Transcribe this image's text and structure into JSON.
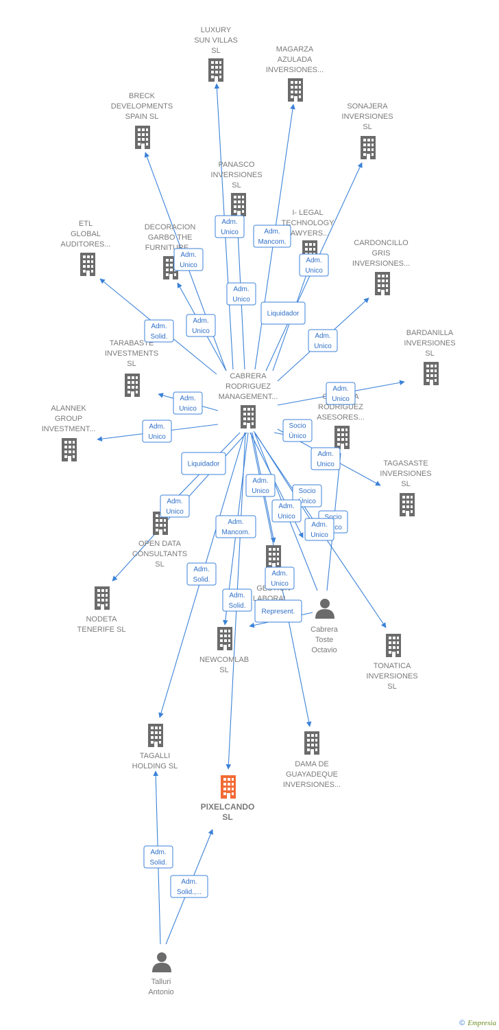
{
  "colors": {
    "edge": "#3b82d8",
    "building": "#6b6b6b",
    "focus_building": "#f26a35",
    "person": "#6b6b6b",
    "label": "#7a7a7a"
  },
  "nodes": [
    {
      "id": "luxury",
      "kind": "company",
      "lines": [
        "LUXURY",
        "SUN VILLAS",
        "SL"
      ]
    },
    {
      "id": "magarza",
      "kind": "company",
      "lines": [
        "MAGARZA",
        "AZULADA",
        "INVERSIONES..."
      ]
    },
    {
      "id": "breck",
      "kind": "company",
      "lines": [
        "BRECK",
        "DEVELOPMENTS",
        "SPAIN  SL"
      ]
    },
    {
      "id": "sonajera",
      "kind": "company",
      "lines": [
        "SONAJERA",
        "INVERSIONES",
        "SL"
      ]
    },
    {
      "id": "panasco",
      "kind": "company",
      "lines": [
        "PANASCO",
        "INVERSIONES",
        "SL"
      ]
    },
    {
      "id": "ilegal",
      "kind": "company",
      "lines": [
        "I- LEGAL",
        "TECHNOLOGY",
        "LAWYERS..."
      ]
    },
    {
      "id": "etl",
      "kind": "company",
      "lines": [
        "ETL",
        "GLOBAL",
        "AUDITORES..."
      ]
    },
    {
      "id": "decoracion",
      "kind": "company",
      "lines": [
        "DECORACION",
        "GARBO THE",
        "FURNITURE..."
      ]
    },
    {
      "id": "cardoncillo",
      "kind": "company",
      "lines": [
        "CARDONCILLO",
        "GRIS",
        "INVERSIONES..."
      ]
    },
    {
      "id": "bardanilla",
      "kind": "company",
      "lines": [
        "BARDANILLA",
        "INVERSIONES",
        "SL"
      ]
    },
    {
      "id": "tarabaste",
      "kind": "company",
      "lines": [
        "TARABASTE",
        "INVESTMENTS",
        "SL"
      ]
    },
    {
      "id": "cabrera_mgmt",
      "kind": "company",
      "lines": [
        "CABRERA",
        "RODRIGUEZ",
        "MANAGEMENT..."
      ]
    },
    {
      "id": "cabrera_ases",
      "kind": "company",
      "lines": [
        "CABRERA",
        "RODRIGUEZ",
        "ASESORES..."
      ]
    },
    {
      "id": "alannek",
      "kind": "company",
      "lines": [
        "ALANNEK",
        "GROUP",
        "INVESTMENT..."
      ]
    },
    {
      "id": "tagasaste",
      "kind": "company",
      "lines": [
        "TAGASASTE",
        "INVERSIONES",
        "SL"
      ]
    },
    {
      "id": "opendata",
      "kind": "company",
      "lines": [
        "OPEN DATA",
        "CONSULTANTS",
        "SL"
      ]
    },
    {
      "id": "gestion",
      "kind": "company",
      "lines": [
        "GESTION",
        "LABORAL..."
      ]
    },
    {
      "id": "nodeta",
      "kind": "company",
      "lines": [
        "NODETA",
        "TENERIFE  SL"
      ]
    },
    {
      "id": "newcomlab",
      "kind": "company",
      "lines": [
        "NEWCOMLAB",
        "SL"
      ]
    },
    {
      "id": "tonatica",
      "kind": "company",
      "lines": [
        "TONATICA",
        "INVERSIONES",
        "SL"
      ]
    },
    {
      "id": "tagalli",
      "kind": "company",
      "lines": [
        "TAGALLI",
        "HOLDING  SL"
      ]
    },
    {
      "id": "dama",
      "kind": "company",
      "lines": [
        "DAMA DE",
        "GUAYADEQUE",
        "INVERSIONES..."
      ]
    },
    {
      "id": "pixelcando",
      "kind": "focus",
      "lines": [
        "PIXELCANDO",
        "SL"
      ]
    },
    {
      "id": "cabrera_toste",
      "kind": "person",
      "lines": [
        "Cabrera",
        "Toste",
        "Octavio"
      ]
    },
    {
      "id": "talluri",
      "kind": "person",
      "lines": [
        "Talluri",
        "Antonio"
      ]
    }
  ],
  "roles": [
    "Adm. Unico",
    "Adm. Mancom.",
    "Adm. Unico",
    "Adm. Unico",
    "Adm. Unico",
    "Liquidador",
    "Adm. Unico",
    "Adm. Solid.",
    "Adm. Unico",
    "Adm. Unico",
    "Adm. Unico",
    "Adm. Unico",
    "Socio Único",
    "Adm. Unico",
    "Liquidador",
    "Adm. Unico",
    "Adm. Unico",
    "Socio Único",
    "Adm. Unico",
    "Socio Único",
    "Adm. Unico",
    "Adm. Mancom.",
    "Adm. Solid.",
    "Adm. Unico",
    "Adm. Solid.",
    "Represent.",
    "Adm. Solid.",
    "Adm. Solid.,..."
  ],
  "footer": {
    "copyright": "©",
    "brand": "Empresia"
  }
}
